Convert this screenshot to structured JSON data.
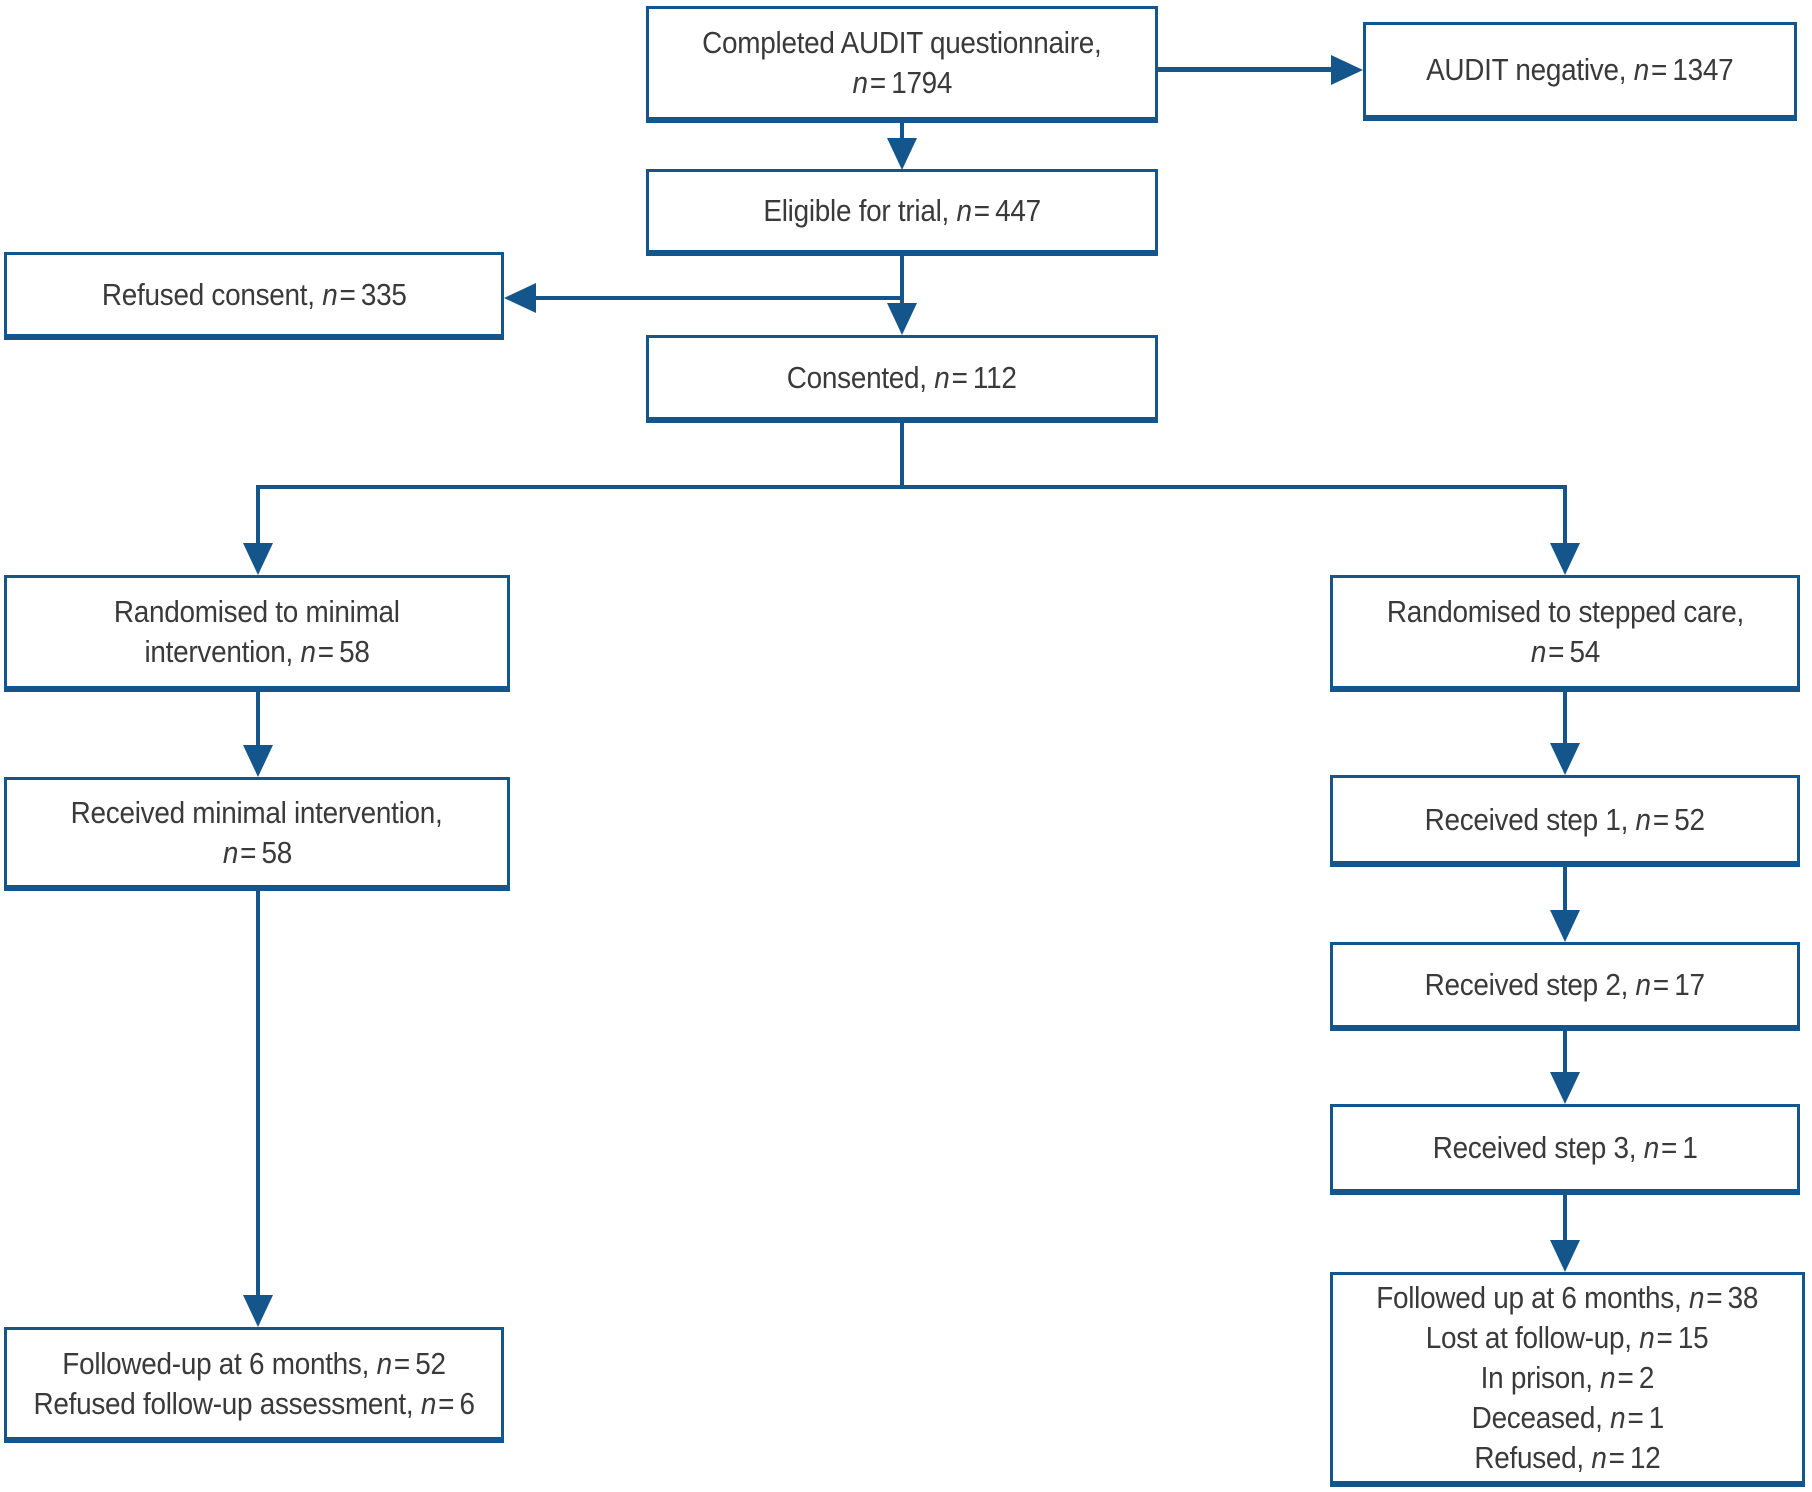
{
  "diagram": {
    "type": "consort-flow-diagram",
    "colors": {
      "line": "#14568C",
      "text": "#3a3a3a",
      "background": "#ffffff"
    },
    "boxes": {
      "completed_audit": {
        "lines": [
          {
            "pre": "Completed AUDIT questionnaire,"
          },
          {
            "pre": "",
            "n": "1794"
          }
        ]
      },
      "audit_negative": {
        "lines": [
          {
            "pre": "AUDIT negative,",
            "n": "1347"
          }
        ]
      },
      "eligible": {
        "lines": [
          {
            "pre": "Eligible for trial,",
            "n": "447"
          }
        ]
      },
      "refused_consent": {
        "lines": [
          {
            "pre": "Refused consent,",
            "n": "335"
          }
        ]
      },
      "consented": {
        "lines": [
          {
            "pre": "Consented,",
            "n": "112"
          }
        ]
      },
      "randomised_minimal": {
        "lines": [
          {
            "pre": "Randomised to minimal"
          },
          {
            "pre": "intervention,",
            "n": "58"
          }
        ]
      },
      "randomised_stepped": {
        "lines": [
          {
            "pre": "Randomised to stepped care,"
          },
          {
            "pre": "",
            "n": "54"
          }
        ]
      },
      "received_minimal": {
        "lines": [
          {
            "pre": "Received minimal intervention,"
          },
          {
            "pre": "",
            "n": "58"
          }
        ]
      },
      "received_step1": {
        "lines": [
          {
            "pre": "Received step 1,",
            "n": "52"
          }
        ]
      },
      "received_step2": {
        "lines": [
          {
            "pre": "Received step 2,",
            "n": "17"
          }
        ]
      },
      "received_step3": {
        "lines": [
          {
            "pre": "Received step 3,",
            "n": "1"
          }
        ]
      },
      "followup_minimal": {
        "lines": [
          {
            "pre": "Followed-up at 6 months,",
            "n": "52"
          },
          {
            "pre": "Refused follow-up assessment,",
            "n": "6"
          }
        ]
      },
      "followup_stepped": {
        "lines": [
          {
            "pre": "Followed up at 6 months,",
            "n": "38"
          },
          {
            "pre": "Lost at follow-up,",
            "n": "15"
          },
          {
            "pre": "In prison,",
            "n": "2"
          },
          {
            "pre": "Deceased,",
            "n": "1"
          },
          {
            "pre": "Refused,",
            "n": "12"
          }
        ]
      }
    },
    "edges": [
      {
        "from": "completed_audit",
        "to": "audit_negative"
      },
      {
        "from": "completed_audit",
        "to": "eligible"
      },
      {
        "from": "eligible",
        "to": "refused_consent"
      },
      {
        "from": "eligible",
        "to": "consented"
      },
      {
        "from": "consented",
        "to": "randomised_minimal"
      },
      {
        "from": "consented",
        "to": "randomised_stepped"
      },
      {
        "from": "randomised_minimal",
        "to": "received_minimal"
      },
      {
        "from": "received_minimal",
        "to": "followup_minimal"
      },
      {
        "from": "randomised_stepped",
        "to": "received_step1"
      },
      {
        "from": "received_step1",
        "to": "received_step2"
      },
      {
        "from": "received_step2",
        "to": "received_step3"
      },
      {
        "from": "received_step3",
        "to": "followup_stepped"
      }
    ]
  }
}
